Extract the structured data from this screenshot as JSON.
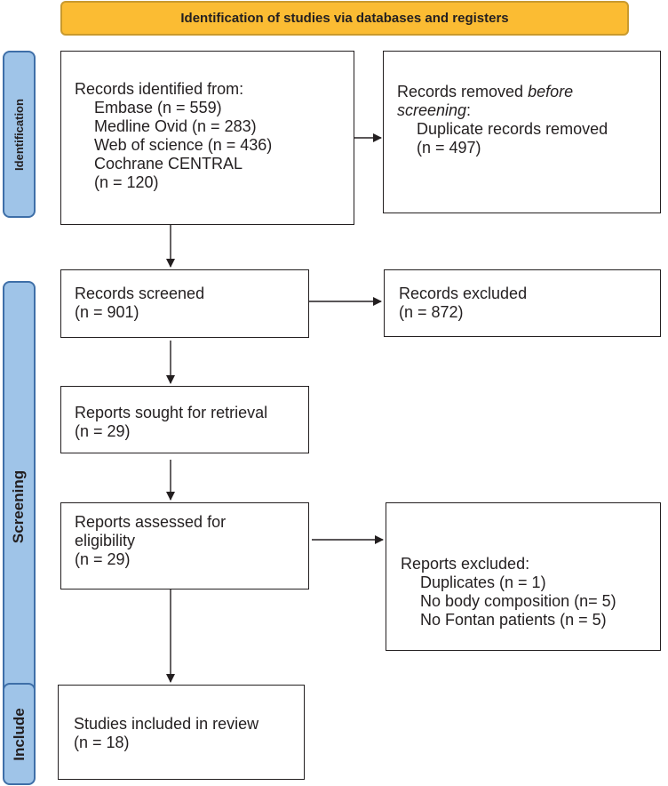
{
  "header": {
    "title": "Identification of studies via databases and registers"
  },
  "phases": {
    "identification": "Identification",
    "screening": "Screening",
    "include": "Include"
  },
  "boxes": {
    "identified": {
      "title": "Records identified from:",
      "items": [
        "Embase (n = 559)",
        "Medline Ovid (n = 283)",
        "Web of science (n = 436)",
        "Cochrane CENTRAL",
        "(n = 120)"
      ]
    },
    "removed": {
      "title_prefix": "Records removed ",
      "title_italic": "before",
      "title_italic2": "screening",
      "title_suffix": ":",
      "items": [
        "Duplicate records removed",
        "(n = 497)"
      ]
    },
    "screened": {
      "title": "Records screened",
      "count": "(n = 901)"
    },
    "excluded": {
      "title": "Records excluded",
      "count": "(n = 872)"
    },
    "sought": {
      "title": "Reports sought for retrieval",
      "count": "(n = 29)"
    },
    "assessed": {
      "title_line1": "Reports assessed for",
      "title_line2": "eligibility",
      "count": "(n = 29)"
    },
    "reports_excluded": {
      "title": "Reports excluded:",
      "items": [
        "Duplicates (n = 1)",
        "No body composition (n= 5)",
        "No Fontan patients (n = 5)"
      ]
    },
    "included": {
      "title": "Studies included in review",
      "count": "(n = 18)"
    }
  },
  "colors": {
    "header_fill": "#fbbc33",
    "phase_fill": "#9fc4e8",
    "phase_border": "#3e6fa8",
    "line": "#231f20"
  }
}
